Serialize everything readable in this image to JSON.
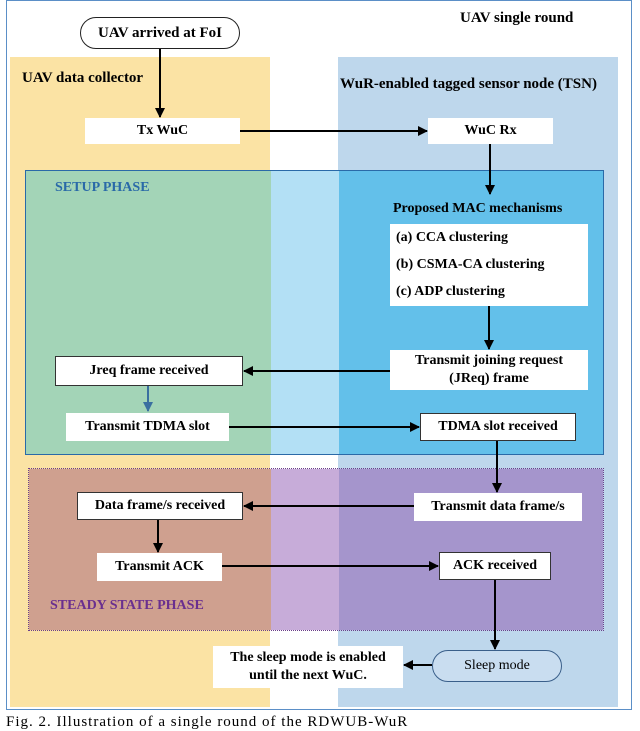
{
  "header": {
    "start": "UAV arrived at FoI",
    "round_label": "UAV single round"
  },
  "columns": {
    "left_title": "UAV data collector",
    "right_title": "WuR-enabled tagged sensor node (TSN)"
  },
  "phases": {
    "setup": "SETUP PHASE",
    "steady": "STEADY STATE PHASE"
  },
  "nodes": {
    "tx_wuc": "Tx WuC",
    "wuc_rx": "WuC Rx",
    "mac_title": "Proposed MAC mechanisms",
    "mac_a": "(a) CCA clustering",
    "mac_b": "(b) CSMA-CA clustering",
    "mac_c": "(c) ADP clustering",
    "jreq_tx_1": "Transmit joining request",
    "jreq_tx_2": "(JReq) frame",
    "jreq_rx": "Jreq frame received",
    "tdma_tx": "Transmit TDMA slot",
    "tdma_rx": "TDMA slot received",
    "data_tx": "Transmit data frame/s",
    "data_rx": "Data frame/s received",
    "ack_tx": "Transmit ACK",
    "ack_rx": "ACK received",
    "sleep": "Sleep mode",
    "sleep_note_1": "The sleep mode is enabled",
    "sleep_note_2": "until the next WuC."
  },
  "caption": "Fig. 2. Illustration of a single round of the RDWUB-WuR"
}
